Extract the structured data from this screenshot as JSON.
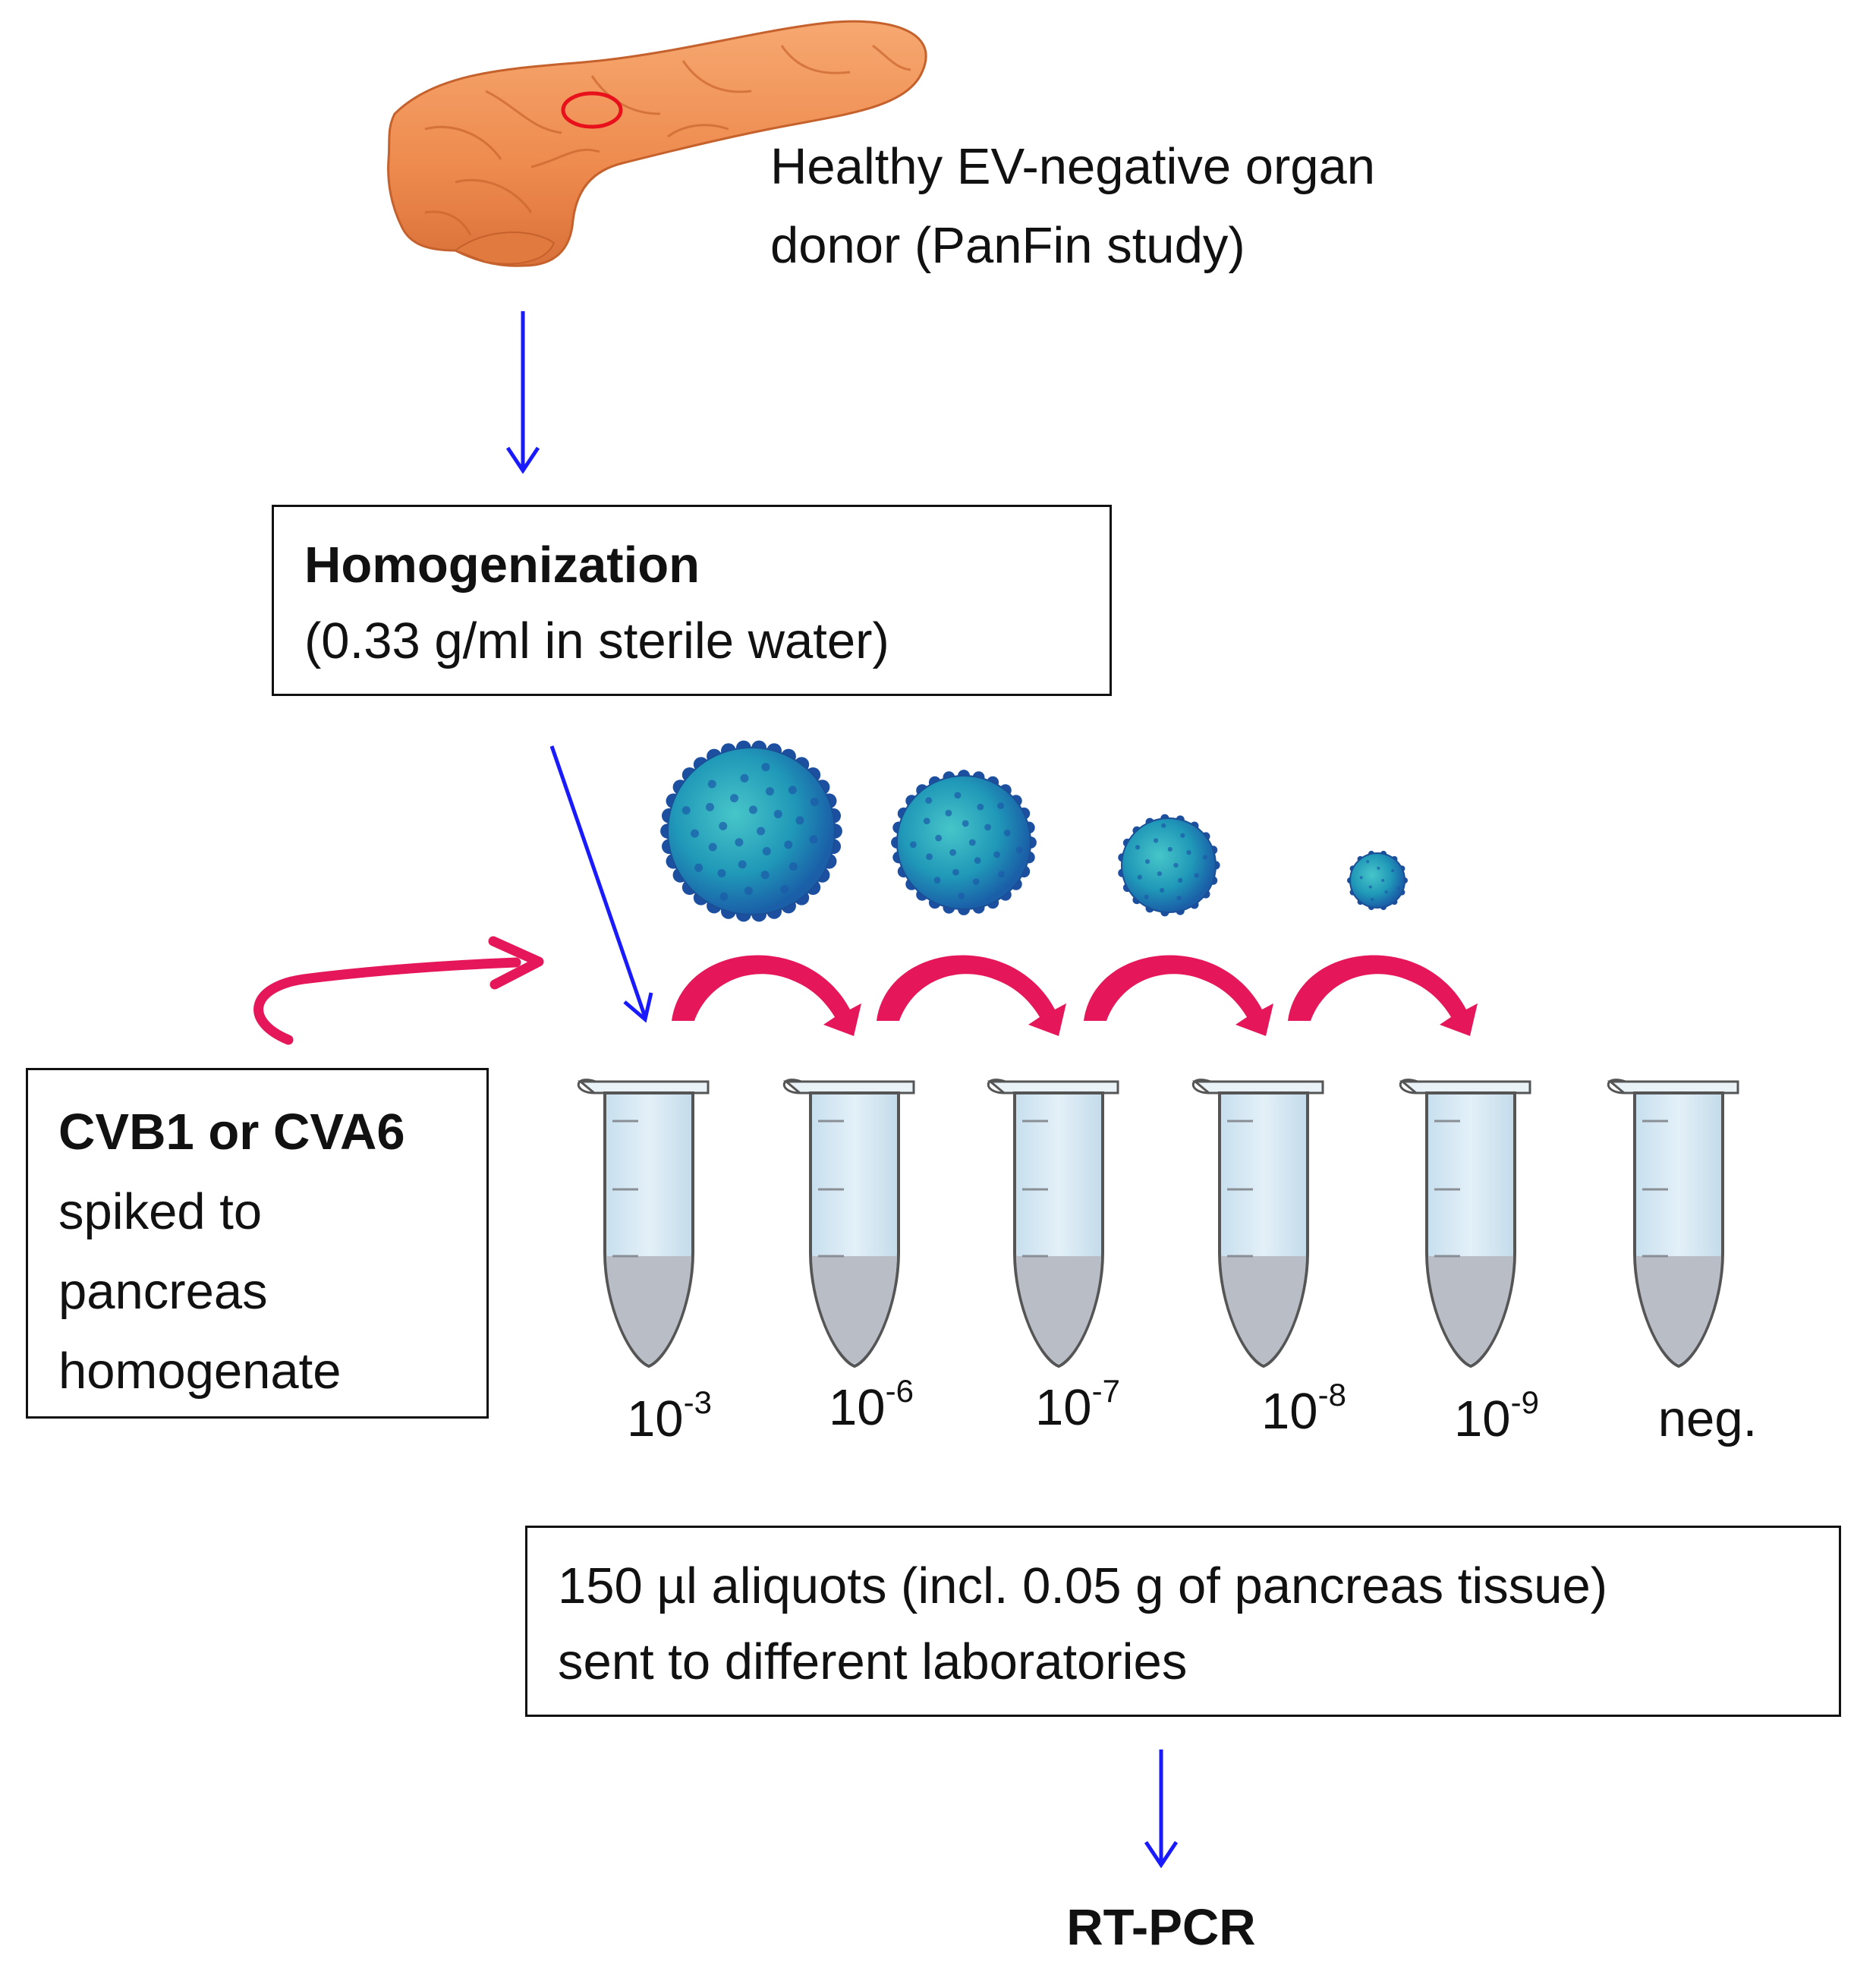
{
  "source": {
    "line1": "Healthy EV-negative organ",
    "line2": "donor (PanFin study)"
  },
  "homogenization": {
    "title": "Homogenization",
    "detail": "(0.33 g/ml in sterile water)"
  },
  "spike": {
    "title": "CVB1 or CVA6",
    "line1": "spiked to",
    "line2": "pancreas",
    "line3": "homogenate"
  },
  "dilutions": [
    {
      "base": "10",
      "exp": "-3"
    },
    {
      "base": "10",
      "exp": "-6"
    },
    {
      "base": "10",
      "exp": "-7"
    },
    {
      "base": "10",
      "exp": "-8"
    },
    {
      "base": "10",
      "exp": "-9"
    },
    {
      "base": "neg.",
      "exp": ""
    }
  ],
  "aliquots": {
    "line1": "150 µl aliquots (incl. 0.05 g of pancreas tissue)",
    "line2": "sent to different laboratories"
  },
  "result": "RT-PCR",
  "colors": {
    "flow_arrow": "#1a1aff",
    "transfer_arrow": "#e5175a",
    "pancreas": "#f0955a",
    "virus": "#1fa3b8",
    "tube": "#d6e8f2",
    "liquid": "#b9bec6"
  },
  "icons": [
    "pancreas-icon",
    "virus-icon",
    "tube-icon"
  ]
}
